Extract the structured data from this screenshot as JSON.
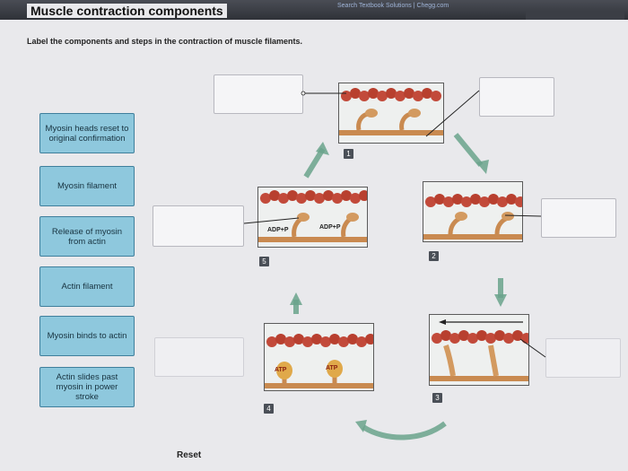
{
  "browser": {
    "tab_text": "Search Textbook Solutions | Chegg.com",
    "right_tab_text": ""
  },
  "page": {
    "title": "Muscle contraction components",
    "instructions": "Label the components and steps in the contraction of muscle filaments."
  },
  "labels": [
    {
      "text": "Myosin heads reset to original confirmation"
    },
    {
      "text": "Myosin filament"
    },
    {
      "text": "Release of myosin from actin"
    },
    {
      "text": "Actin filament"
    },
    {
      "text": "Myosin binds to actin"
    },
    {
      "text": "Actin slides past myosin in power stroke"
    }
  ],
  "steps": {
    "step1": "1",
    "step2": "2",
    "step3": "3",
    "step4": "4",
    "step5": "5"
  },
  "diagram_text": {
    "adp_left": "ADP+P",
    "adp_right": "ADP+P",
    "atp_left": "ATP",
    "atp_right": "ATP"
  },
  "controls": {
    "reset_label": "Reset"
  },
  "colors": {
    "label_fill": "#8ec8dd",
    "actin": "#c24a3a",
    "myosin": "#c98a50",
    "arrow": "#6aa38c"
  }
}
